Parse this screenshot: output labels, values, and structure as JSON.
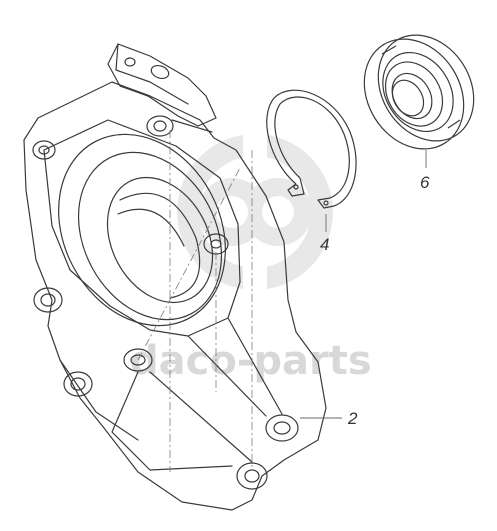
{
  "diagram": {
    "callouts": [
      {
        "id": "housing",
        "number": "2"
      },
      {
        "id": "snap-ring",
        "number": "4"
      },
      {
        "id": "bearing",
        "number": "6"
      }
    ]
  },
  "watermark": {
    "text": "daco-parts",
    "logo_letters": "db"
  },
  "colors": {
    "line": "#3a3a3a",
    "leader": "#6a6a6a",
    "watermark": "#d0d0d0"
  }
}
